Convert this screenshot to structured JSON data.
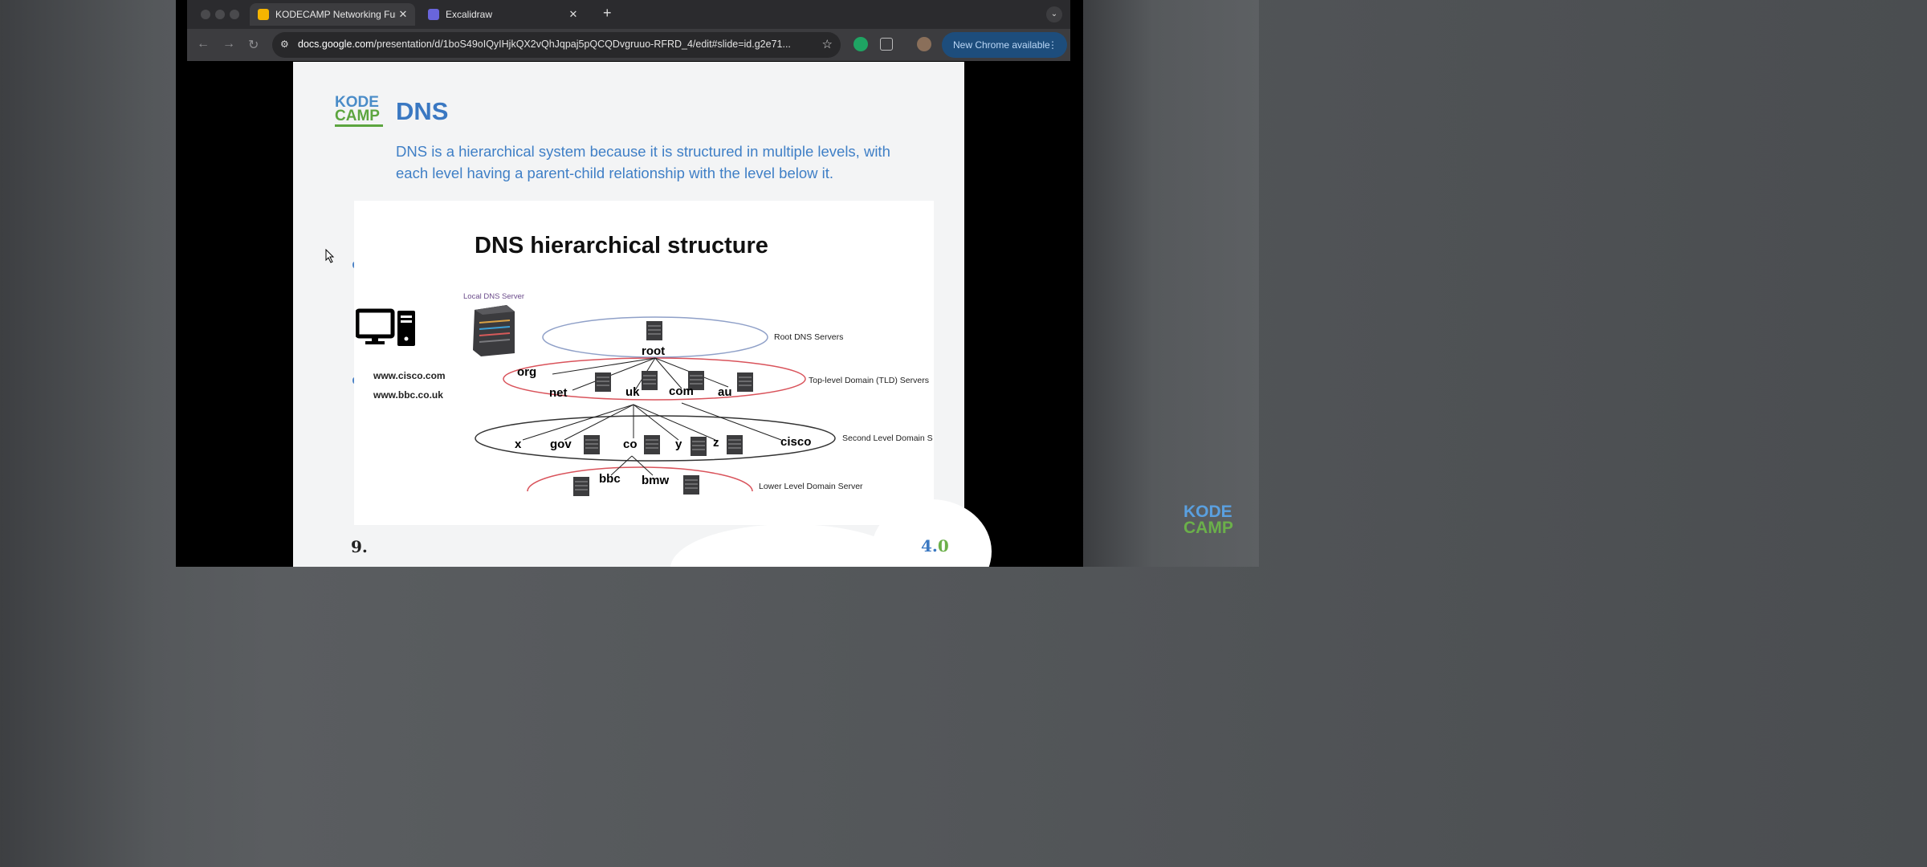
{
  "browser": {
    "tabs": [
      {
        "title": "KODECAMP Networking Fund",
        "favicon": "slides-icon",
        "color": "#f5b400",
        "active": true
      },
      {
        "title": "Excalidraw",
        "favicon": "excalidraw-icon",
        "color": "#6965db",
        "active": false
      }
    ],
    "new_tab_label": "+",
    "url_host": "docs.google.com",
    "url_path": "/presentation/d/1boS49oIQyIHjkQX2vQhJqpaj5pQCQDvgruuo-RFRD_4/edit#slide=id.g2e71...",
    "update_button": "New Chrome available"
  },
  "slide": {
    "logo_top": "KODE",
    "logo_bottom": "CAMP",
    "title": "DNS",
    "subtitle": "DNS is a hierarchical system because it is structured in multiple levels, with each level having a parent-child relationship with the level below it.",
    "number": "9.",
    "version_main": "4",
    "version_sep": ".",
    "version_minor": "0"
  },
  "diagram": {
    "title": "DNS hierarchical structure",
    "local_dns_label": "Local DNS Server",
    "hostnames": [
      "www.cisco.com",
      "www.bbc.co.uk"
    ],
    "levels": {
      "root": "Root DNS Servers",
      "tld": "Top-level Domain (TLD)  Servers",
      "second": "Second Level Domain S",
      "lower": "Lower Level Domain Server"
    },
    "nodes": {
      "root": "root",
      "org": "org",
      "net": "net",
      "uk": "uk",
      "com": "com",
      "au": "au",
      "x": "x",
      "gov": "gov",
      "co": "co",
      "y": "y",
      "z": "z",
      "cisco": "cisco",
      "bbc": "bbc",
      "bmw": "bmw"
    },
    "colors": {
      "root_ring": "#8fa0c8",
      "tld_ring": "#d9535b",
      "second_ring": "#333333",
      "lower_ring": "#d9535b"
    }
  },
  "watermark": {
    "top": "KODE",
    "bottom": "CAMP"
  }
}
